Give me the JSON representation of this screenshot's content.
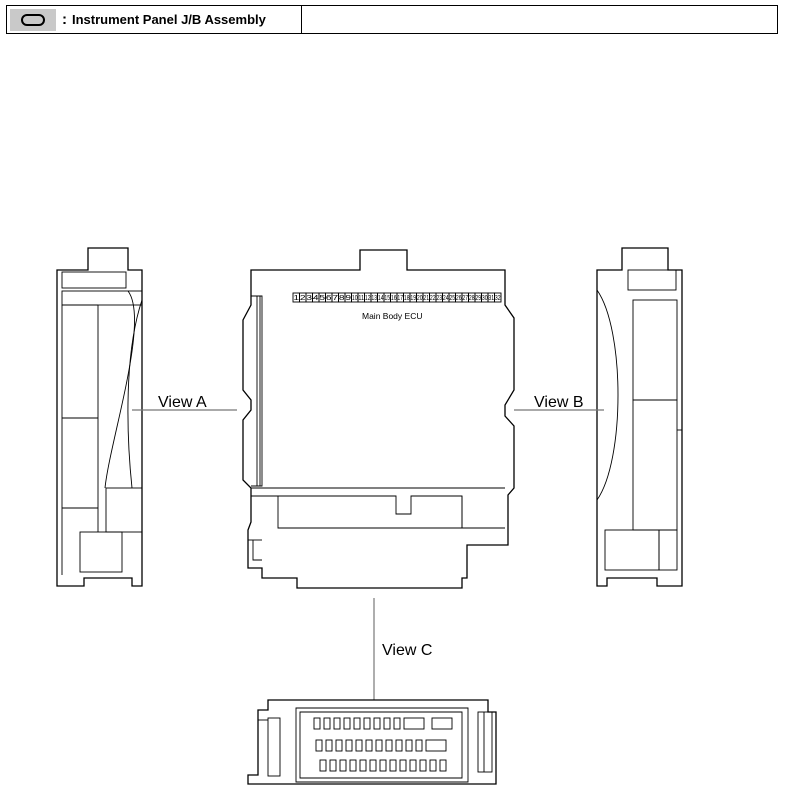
{
  "legend": {
    "icon": "rounded-rectangle-icon",
    "colon": ":",
    "title": "Instrument Panel J/B Assembly"
  },
  "diagram": {
    "ecu_label": "Main Body ECU",
    "pins": [
      "1",
      "2",
      "3",
      "4",
      "5",
      "6",
      "7",
      "8",
      "9",
      "10",
      "11",
      "12",
      "13",
      "14",
      "15",
      "16",
      "17",
      "18",
      "19",
      "20",
      "21",
      "22",
      "23",
      "24",
      "25",
      "26",
      "27",
      "28",
      "29",
      "30",
      "31",
      "32"
    ],
    "view_a": "View A",
    "view_b": "View B",
    "view_c": "View C"
  }
}
